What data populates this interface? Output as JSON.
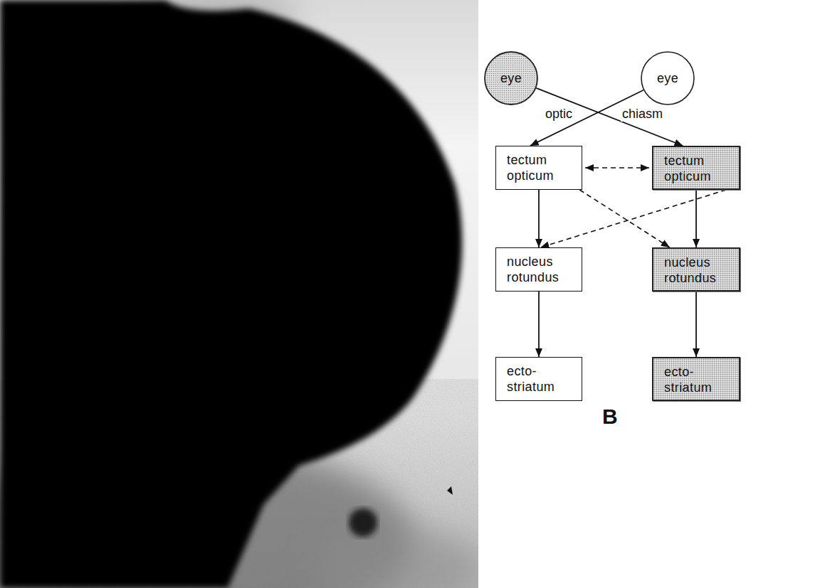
{
  "diagram": {
    "nodes": [
      {
        "text": [
          "eye"
        ]
      },
      {
        "text": [
          "eye"
        ]
      },
      {
        "text": [
          "tectum opticum"
        ]
      },
      {
        "text": [
          "tectum opticum"
        ]
      },
      {
        "text": [
          "nucleus rotundus"
        ]
      },
      {
        "text": [
          "nucleus rotundus"
        ]
      },
      {
        "text": [
          "ecto- striatum"
        ]
      },
      {
        "text": [
          "ecto- striatum"
        ]
      }
    ],
    "edges": [
      {
        "from": 0,
        "to": 3,
        "arrow": "to"
      },
      {
        "from": 1,
        "to": 2,
        "arrow": "to"
      },
      {
        "from": 2,
        "to": 3,
        "arrow": "both"
      },
      {
        "from": 2,
        "to": 4,
        "arrow": "to"
      },
      {
        "from": 2,
        "to": 5,
        "arrow": "to"
      },
      {
        "from": 3,
        "to": 4,
        "arrow": "to"
      },
      {
        "from": 3,
        "to": 5,
        "arrow": "to"
      },
      {
        "from": 4,
        "to": 6,
        "arrow": "to"
      },
      {
        "from": 5,
        "to": 7,
        "arrow": "to"
      }
    ],
    "labels": [
      "optic",
      "chiasm",
      "B"
    ]
  }
}
